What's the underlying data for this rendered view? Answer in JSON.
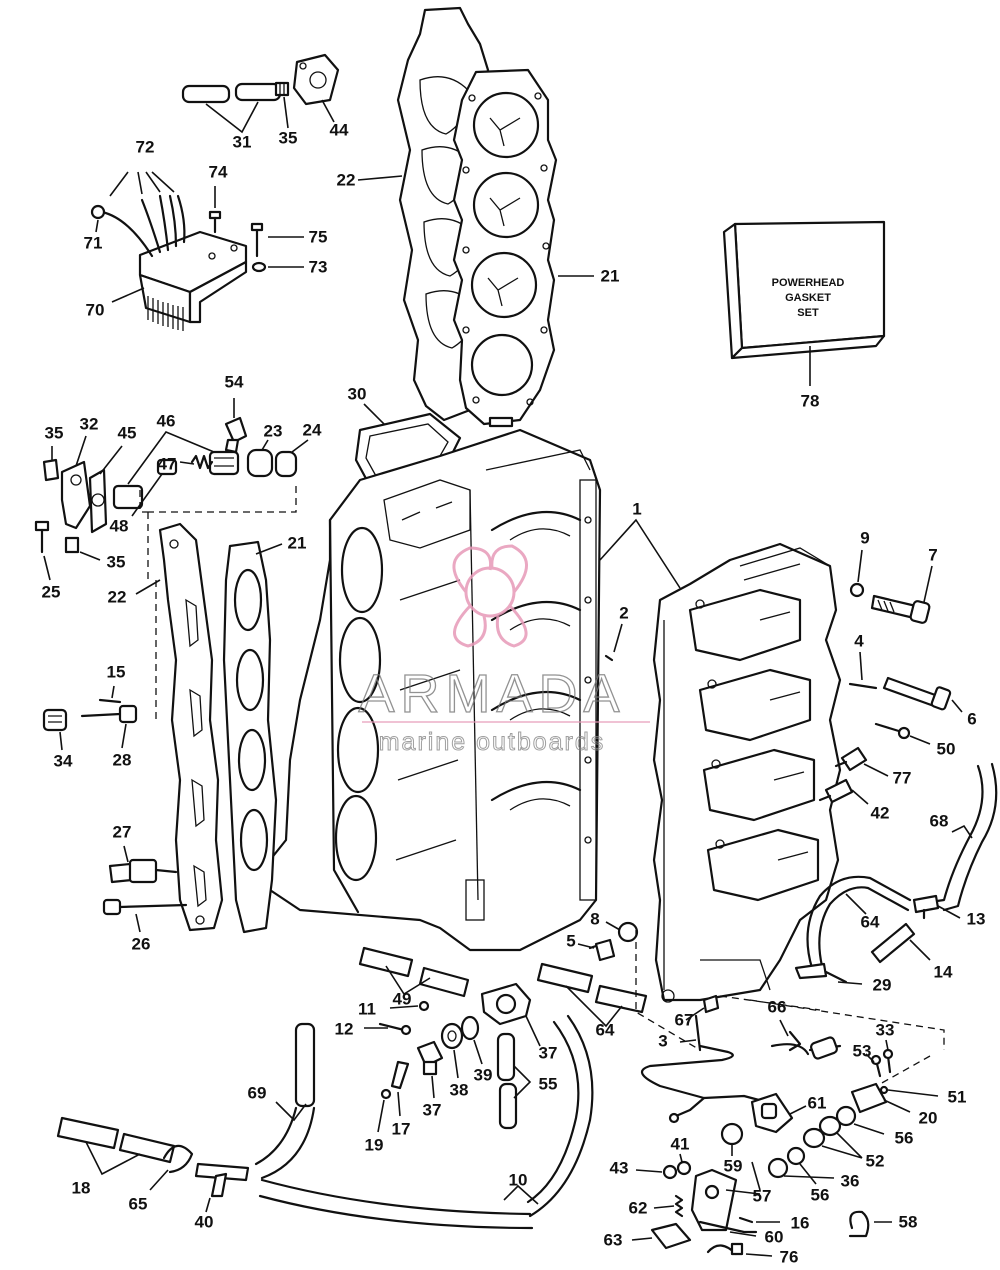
{
  "box_label": [
    "POWERHEAD",
    "GASKET",
    "SET"
  ],
  "watermark": {
    "name": "ARMADA",
    "subtitle": "marine outboards",
    "accent": "#e79ab8"
  },
  "callouts": [
    {
      "id": "c-31",
      "text": "31"
    },
    {
      "id": "c-35a",
      "text": "35"
    },
    {
      "id": "c-44",
      "text": "44"
    },
    {
      "id": "c-72",
      "text": "72"
    },
    {
      "id": "c-74",
      "text": "74"
    },
    {
      "id": "c-75",
      "text": "75"
    },
    {
      "id": "c-73",
      "text": "73"
    },
    {
      "id": "c-71",
      "text": "71"
    },
    {
      "id": "c-70",
      "text": "70"
    },
    {
      "id": "c-22a",
      "text": "22"
    },
    {
      "id": "c-21a",
      "text": "21"
    },
    {
      "id": "c-78",
      "text": "78"
    },
    {
      "id": "c-54",
      "text": "54"
    },
    {
      "id": "c-30",
      "text": "30"
    },
    {
      "id": "c-35b",
      "text": "35"
    },
    {
      "id": "c-32",
      "text": "32"
    },
    {
      "id": "c-45",
      "text": "45"
    },
    {
      "id": "c-46",
      "text": "46"
    },
    {
      "id": "c-23",
      "text": "23"
    },
    {
      "id": "c-24",
      "text": "24"
    },
    {
      "id": "c-47",
      "text": "47"
    },
    {
      "id": "c-48",
      "text": "48"
    },
    {
      "id": "c-35c",
      "text": "35"
    },
    {
      "id": "c-25",
      "text": "25"
    },
    {
      "id": "c-22b",
      "text": "22"
    },
    {
      "id": "c-21b",
      "text": "21"
    },
    {
      "id": "c-1",
      "text": "1"
    },
    {
      "id": "c-9",
      "text": "9"
    },
    {
      "id": "c-7",
      "text": "7"
    },
    {
      "id": "c-2",
      "text": "2"
    },
    {
      "id": "c-4",
      "text": "4"
    },
    {
      "id": "c-6",
      "text": "6"
    },
    {
      "id": "c-50",
      "text": "50"
    },
    {
      "id": "c-77",
      "text": "77"
    },
    {
      "id": "c-42",
      "text": "42"
    },
    {
      "id": "c-68",
      "text": "68"
    },
    {
      "id": "c-15",
      "text": "15"
    },
    {
      "id": "c-34",
      "text": "34"
    },
    {
      "id": "c-28",
      "text": "28"
    },
    {
      "id": "c-27",
      "text": "27"
    },
    {
      "id": "c-26",
      "text": "26"
    },
    {
      "id": "c-64a",
      "text": "64"
    },
    {
      "id": "c-13",
      "text": "13"
    },
    {
      "id": "c-14",
      "text": "14"
    },
    {
      "id": "c-8",
      "text": "8"
    },
    {
      "id": "c-5",
      "text": "5"
    },
    {
      "id": "c-49",
      "text": "49"
    },
    {
      "id": "c-29",
      "text": "29"
    },
    {
      "id": "c-11",
      "text": "11"
    },
    {
      "id": "c-12",
      "text": "12"
    },
    {
      "id": "c-64b",
      "text": "64"
    },
    {
      "id": "c-66",
      "text": "66"
    },
    {
      "id": "c-67",
      "text": "67"
    },
    {
      "id": "c-33",
      "text": "33"
    },
    {
      "id": "c-3",
      "text": "3"
    },
    {
      "id": "c-37a",
      "text": "37"
    },
    {
      "id": "c-53",
      "text": "53"
    },
    {
      "id": "c-39",
      "text": "39"
    },
    {
      "id": "c-38",
      "text": "38"
    },
    {
      "id": "c-37b",
      "text": "37"
    },
    {
      "id": "c-55",
      "text": "55"
    },
    {
      "id": "c-51",
      "text": "51"
    },
    {
      "id": "c-69",
      "text": "69"
    },
    {
      "id": "c-20",
      "text": "20"
    },
    {
      "id": "c-17",
      "text": "17"
    },
    {
      "id": "c-19",
      "text": "19"
    },
    {
      "id": "c-61",
      "text": "61"
    },
    {
      "id": "c-56a",
      "text": "56"
    },
    {
      "id": "c-52",
      "text": "52"
    },
    {
      "id": "c-41",
      "text": "41"
    },
    {
      "id": "c-59",
      "text": "59"
    },
    {
      "id": "c-36",
      "text": "36"
    },
    {
      "id": "c-43",
      "text": "43"
    },
    {
      "id": "c-18",
      "text": "18"
    },
    {
      "id": "c-65",
      "text": "65"
    },
    {
      "id": "c-57",
      "text": "57"
    },
    {
      "id": "c-56b",
      "text": "56"
    },
    {
      "id": "c-10",
      "text": "10"
    },
    {
      "id": "c-62",
      "text": "62"
    },
    {
      "id": "c-16",
      "text": "16"
    },
    {
      "id": "c-58",
      "text": "58"
    },
    {
      "id": "c-40",
      "text": "40"
    },
    {
      "id": "c-60",
      "text": "60"
    },
    {
      "id": "c-63",
      "text": "63"
    },
    {
      "id": "c-76",
      "text": "76"
    }
  ]
}
